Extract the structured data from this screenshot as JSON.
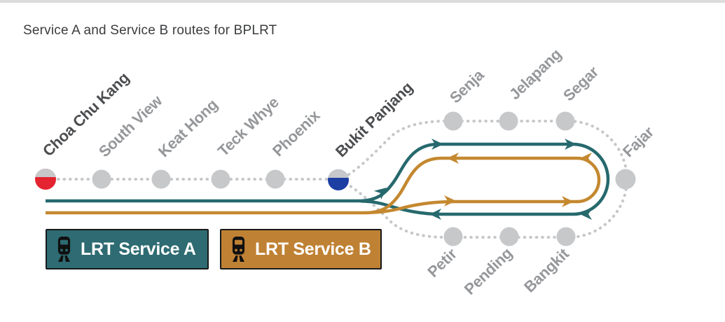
{
  "title": "Service A and Service B routes for BPLRT",
  "legend": [
    {
      "label": "LRT Service A",
      "color": "#2e6b72",
      "icon": "train-icon"
    },
    {
      "label": "LRT Service B",
      "color": "#bf8134",
      "icon": "train-icon"
    }
  ],
  "routes": [
    {
      "name": "Service A",
      "color": "#26696d",
      "top_branch_direction": "right",
      "bottom_branch_direction": "left"
    },
    {
      "name": "Service B",
      "color": "#c4882f",
      "top_branch_direction": "left",
      "bottom_branch_direction": "right"
    }
  ],
  "stations": [
    {
      "name": "Choa Chu Kang",
      "emphasis": true,
      "marker": "red"
    },
    {
      "name": "South View",
      "emphasis": false,
      "marker": "gray"
    },
    {
      "name": "Keat Hong",
      "emphasis": false,
      "marker": "gray"
    },
    {
      "name": "Teck Whye",
      "emphasis": false,
      "marker": "gray"
    },
    {
      "name": "Phoenix",
      "emphasis": false,
      "marker": "gray"
    },
    {
      "name": "Bukit Panjang",
      "emphasis": true,
      "marker": "blue"
    },
    {
      "name": "Senja",
      "emphasis": false,
      "marker": "gray"
    },
    {
      "name": "Jelapang",
      "emphasis": false,
      "marker": "gray"
    },
    {
      "name": "Segar",
      "emphasis": false,
      "marker": "gray"
    },
    {
      "name": "Fajar",
      "emphasis": false,
      "marker": "gray"
    },
    {
      "name": "Petir",
      "emphasis": false,
      "marker": "gray"
    },
    {
      "name": "Pending",
      "emphasis": false,
      "marker": "gray"
    },
    {
      "name": "Bangkit",
      "emphasis": false,
      "marker": "gray"
    }
  ],
  "marker_colors": {
    "red": "#e42430",
    "blue": "#1d3fa4",
    "gray": "#c6c8ca",
    "dotted_line": "#c5c7c9"
  }
}
